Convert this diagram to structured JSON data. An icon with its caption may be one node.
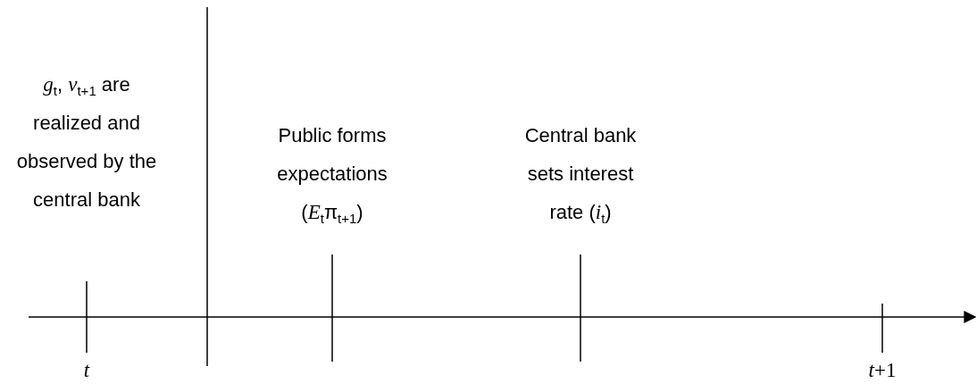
{
  "diagram": {
    "labels": [
      "*g*$_{t}$, *v*$_{t+1}$ are realized and observed by the central bank",
      "Public forms expectations (*E*$_{t}$π$_{t+1}$)",
      "Central bank sets interest rate (*i*$_{t}$)",
      "t",
      "*t*+1"
    ]
  }
}
